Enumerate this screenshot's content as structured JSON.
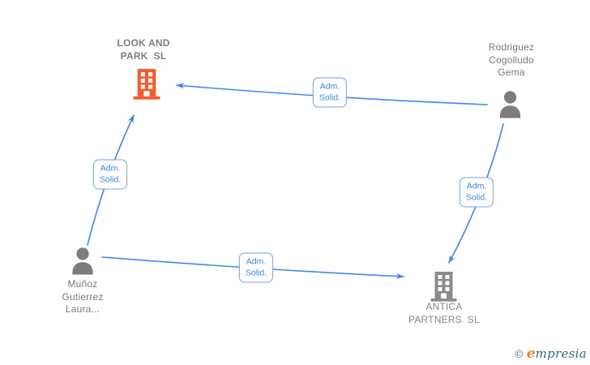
{
  "diagram": {
    "background": "#ffffff",
    "nodes": [
      {
        "id": "look-and-park",
        "type": "company",
        "name": "LOOK AND PARK SL",
        "label_lines": [
          "LOOK AND",
          "PARK  SL"
        ],
        "icon": "building-icon",
        "icon_color": "#fa5a2b"
      },
      {
        "id": "rodriguez-cogolludo-gema",
        "type": "person",
        "name": "Rodriguez Cogolludo Gema",
        "label_lines": [
          "Rodriguez",
          "Cogolludo",
          "Gema"
        ],
        "icon": "person-icon",
        "icon_color": "#7d7d7d"
      },
      {
        "id": "munoz-gutierrez-laura",
        "type": "person",
        "name": "Muñoz Gutierrez Laura...",
        "label_lines": [
          "Muñoz",
          "Gutierrez",
          "Laura..."
        ],
        "icon": "person-icon",
        "icon_color": "#7d7d7d"
      },
      {
        "id": "antica-partners",
        "type": "company",
        "name": "ANTICA PARTNERS SL",
        "label_lines": [
          "ANTICA",
          "PARTNERS  SL"
        ],
        "icon": "building-icon",
        "icon_color": "#8a8a8a"
      }
    ],
    "edges": [
      {
        "from": "rodriguez-cogolludo-gema",
        "to": "look-and-park",
        "label": "Adm. Solid.",
        "label_lines": [
          "Adm.",
          "Solid."
        ]
      },
      {
        "from": "munoz-gutierrez-laura",
        "to": "look-and-park",
        "label": "Adm. Solid.",
        "label_lines": [
          "Adm.",
          "Solid."
        ]
      },
      {
        "from": "rodriguez-cogolludo-gema",
        "to": "antica-partners",
        "label": "Adm. Solid.",
        "label_lines": [
          "Adm.",
          "Solid."
        ]
      },
      {
        "from": "munoz-gutierrez-laura",
        "to": "antica-partners",
        "label": "Adm. Solid.",
        "label_lines": [
          "Adm.",
          "Solid."
        ]
      }
    ],
    "colors": {
      "edge": "#4285f4",
      "edge_label_border": "#7ba7e8",
      "edge_label_text": "#4285f4",
      "node_text": "#7b7b7b",
      "company_orange": "#fa5a2b",
      "entity_gray": "#7d7d7d"
    }
  },
  "watermark": {
    "copyright_symbol": "©",
    "brand_initial": "e",
    "brand_rest": "mpresia",
    "symbol_color": "#3f7f90",
    "initial_color": "#ee7f2f",
    "text_color": "#2e6f80"
  }
}
